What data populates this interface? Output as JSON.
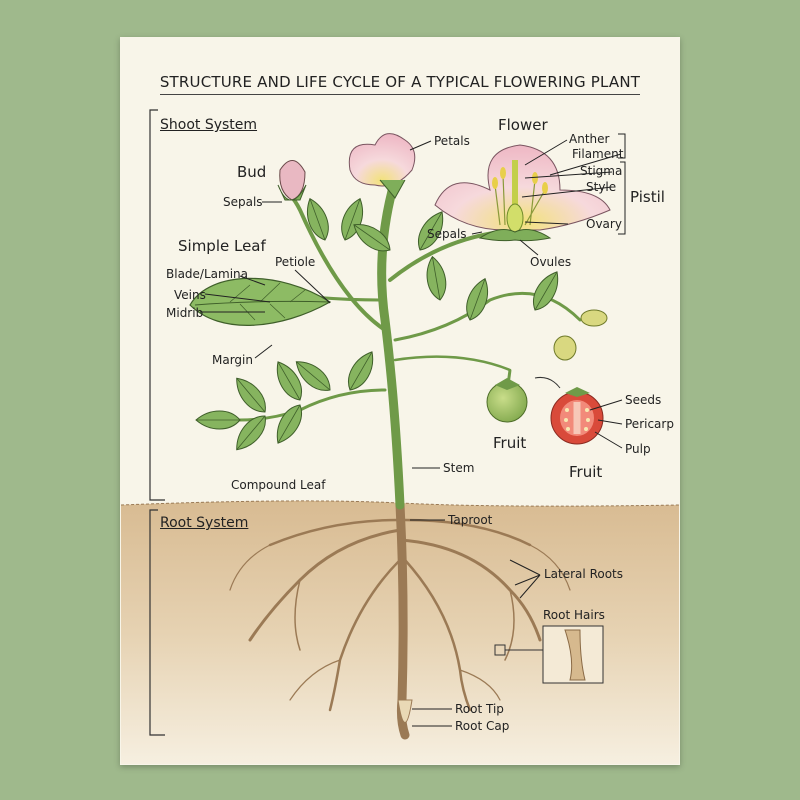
{
  "title": "STRUCTURE AND LIFE CYCLE OF A TYPICAL FLOWERING PLANT",
  "sections": {
    "shoot": "Shoot System",
    "root": "Root System"
  },
  "shoot_labels": {
    "bud": "Bud",
    "bud_sepals": "Sepals",
    "simple_leaf": "Simple Leaf",
    "blade": "Blade/Lamina",
    "veins": "Veins",
    "midrib": "Midrib",
    "petiole": "Petiole",
    "margin": "Margin",
    "compound_leaf": "Compound Leaf",
    "stem": "Stem",
    "petals": "Petals"
  },
  "flower_labels": {
    "flower": "Flower",
    "anther": "Anther",
    "filament": "Filament",
    "stigma": "Stigma",
    "style": "Style",
    "pistil": "Pistil",
    "ovary": "Ovary",
    "sepals": "Sepals",
    "ovules": "Ovules"
  },
  "fruit_labels": {
    "fruit_unripe": "Fruit",
    "fruit_cut": "Fruit",
    "seeds": "Seeds",
    "pericarp": "Pericarp",
    "pulp": "Pulp"
  },
  "root_labels": {
    "taproot": "Taproot",
    "lateral_roots": "Lateral Roots",
    "root_hairs": "Root Hairs",
    "root_tip": "Root Tip",
    "root_cap": "Root Cap"
  },
  "colors": {
    "background": "#9fb98c",
    "paper": "#f8f5e9",
    "leaf": "#7fae5a",
    "petal": "#f0c6cf",
    "soil": "#dcc09a",
    "fruit_red": "#d94a3a"
  }
}
